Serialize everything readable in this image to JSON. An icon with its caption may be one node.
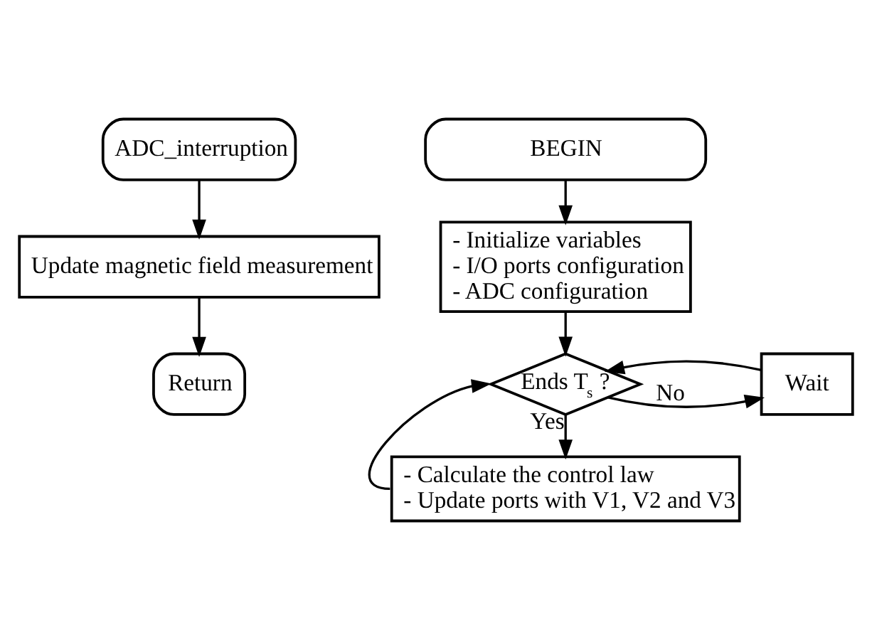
{
  "diagram": {
    "nodes": [
      {
        "text": [
          "ADC_interruption"
        ]
      },
      {
        "text": [
          "Update magnetic field measurement"
        ]
      },
      {
        "text": [
          "Return"
        ]
      },
      {
        "text": [
          "BEGIN"
        ]
      },
      {
        "text": [
          "- Initialize variables",
          "- I/O ports configuration",
          "- ADC configuration"
        ]
      },
      {
        "text": [
          "Ends T$_{s}$ ?"
        ]
      },
      {
        "text": [
          "Wait"
        ]
      },
      {
        "text": [
          "- Calculate the control law",
          "- Update ports with V1, V2 and V3"
        ]
      }
    ],
    "edges": [
      {
        "from": 0,
        "to": 1,
        "arrow": "to"
      },
      {
        "from": 1,
        "to": 2,
        "arrow": "to"
      },
      {
        "from": 3,
        "to": 4,
        "arrow": "to"
      },
      {
        "from": 4,
        "to": 5,
        "arrow": "to"
      },
      {
        "from": 5,
        "to": 6,
        "label": "No",
        "arrow": "to"
      },
      {
        "from": 5,
        "to": 7,
        "label": "Yes",
        "arrow": "to"
      },
      {
        "from": 6,
        "to": 5,
        "arrow": "to"
      },
      {
        "from": 7,
        "to": 5,
        "arrow": "to"
      }
    ]
  }
}
